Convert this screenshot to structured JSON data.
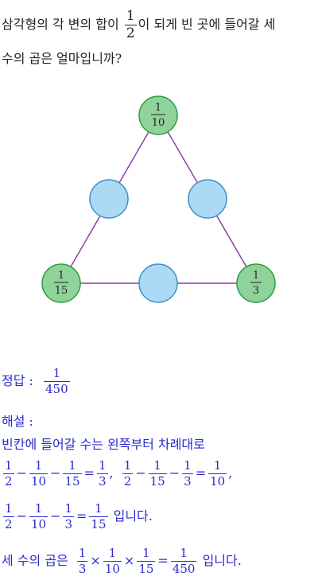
{
  "question": {
    "line1_before": "삼각형의 각 변의 합이",
    "fraction": {
      "num": "1",
      "den": "2"
    },
    "line1_after": "이 되게 빈 곳에 들어갈 세",
    "line2": "수의 곱은 얼마입니까?"
  },
  "diagram": {
    "top": {
      "num": "1",
      "den": "10"
    },
    "left_bottom": {
      "num": "1",
      "den": "15"
    },
    "right_bottom": {
      "num": "1",
      "den": "3"
    },
    "colors": {
      "given_fill": "#8fd39a",
      "given_stroke": "#2e9a44",
      "blank_fill": "#acdaf5",
      "blank_stroke": "#3b8fc9",
      "edge": "#8a3fa6"
    }
  },
  "answer": {
    "label": "정답 :",
    "fraction": {
      "num": "1",
      "den": "450"
    }
  },
  "explanation": {
    "label": "해설 :",
    "intro": "빈칸에 들어갈 수는 왼쪽부터 차례대로",
    "eq1a": {
      "t1": {
        "num": "1",
        "den": "2"
      },
      "t2": {
        "num": "1",
        "den": "10"
      },
      "t3": {
        "num": "1",
        "den": "15"
      },
      "r": {
        "num": "1",
        "den": "3"
      },
      "sep": ","
    },
    "eq1b": {
      "t1": {
        "num": "1",
        "den": "2"
      },
      "t2": {
        "num": "1",
        "den": "15"
      },
      "t3": {
        "num": "1",
        "den": "3"
      },
      "r": {
        "num": "1",
        "den": "10"
      },
      "sep": ","
    },
    "eq2": {
      "t1": {
        "num": "1",
        "den": "2"
      },
      "t2": {
        "num": "1",
        "den": "10"
      },
      "t3": {
        "num": "1",
        "den": "3"
      },
      "r": {
        "num": "1",
        "den": "15"
      },
      "tail": "입니다."
    },
    "eq3": {
      "prefix": "세 수의 곱은",
      "f1": {
        "num": "1",
        "den": "3"
      },
      "f2": {
        "num": "1",
        "den": "10"
      },
      "f3": {
        "num": "1",
        "den": "15"
      },
      "r": {
        "num": "1",
        "den": "450"
      },
      "tail": "입니다."
    },
    "minus": "−",
    "equals": "=",
    "times": "×"
  }
}
